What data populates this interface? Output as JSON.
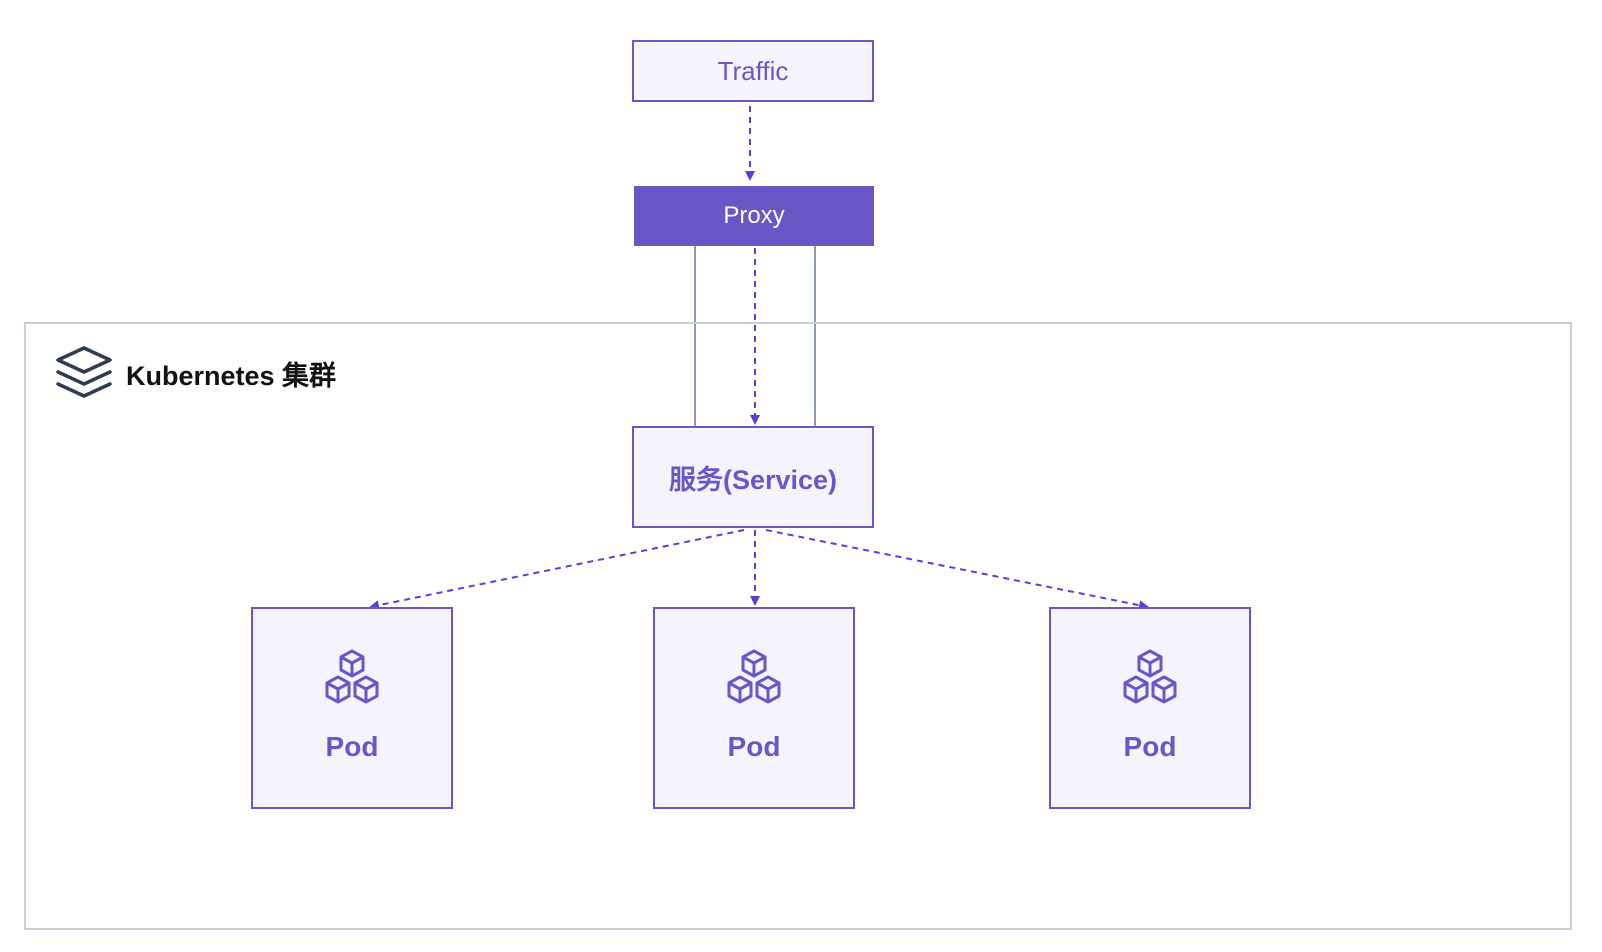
{
  "colors": {
    "accent": "#6a56c6",
    "node_fill": "#f5f4fc",
    "cluster_border": "#c6cfdb",
    "connector_gray": "#8b9bb4",
    "arrow": "#5a3fd6"
  },
  "traffic": {
    "label": "Traffic"
  },
  "proxy": {
    "label": "Proxy"
  },
  "cluster": {
    "label": "Kubernetes 集群",
    "icon": "layers-icon"
  },
  "service": {
    "label": "服务(Service)"
  },
  "pods": [
    {
      "label": "Pod",
      "icon": "cubes-icon"
    },
    {
      "label": "Pod",
      "icon": "cubes-icon"
    },
    {
      "label": "Pod",
      "icon": "cubes-icon"
    }
  ]
}
